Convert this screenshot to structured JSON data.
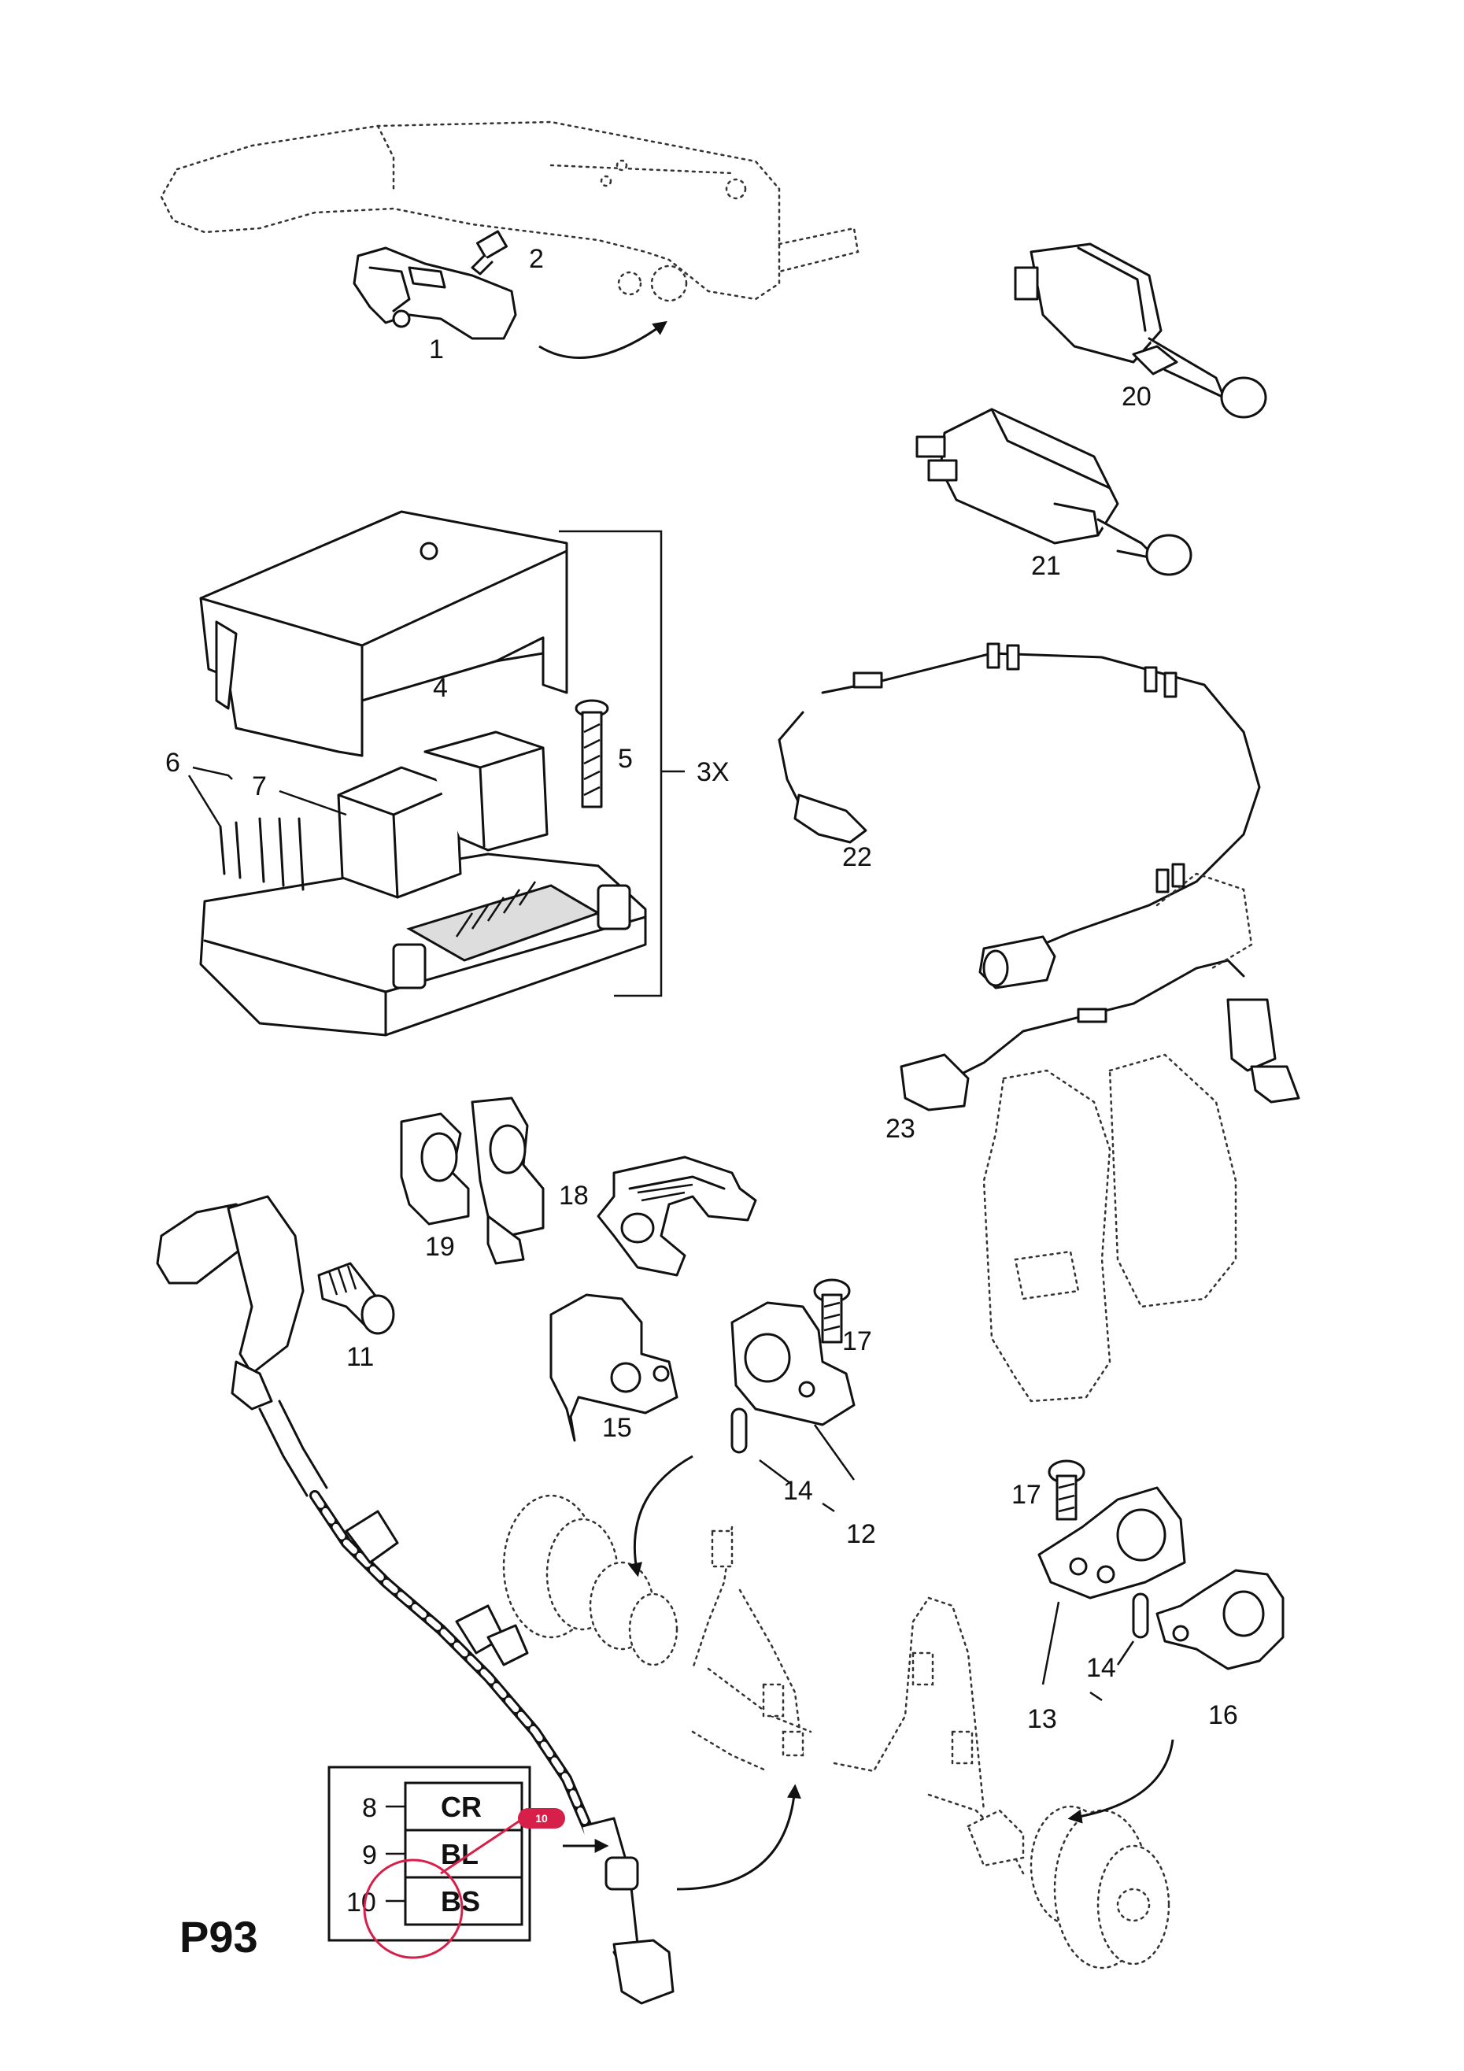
{
  "page_code": "P93",
  "callouts": {
    "c1": "1",
    "c2": "2",
    "c4": "4",
    "c5": "5",
    "c3x": "3X",
    "c6": "6",
    "c7": "7",
    "c11": "11",
    "c12": "12",
    "c13": "13",
    "c14a": "14",
    "c14b": "14",
    "c15": "15",
    "c16": "16",
    "c17a": "17",
    "c17b": "17",
    "c18": "18",
    "c19": "19",
    "c20": "20",
    "c21": "21",
    "c22": "22",
    "c23": "23"
  },
  "variant_table": {
    "rows": [
      {
        "number": "8",
        "code": "CR"
      },
      {
        "number": "9",
        "code": "BL"
      },
      {
        "number": "10",
        "code": "BS"
      }
    ]
  },
  "highlight": {
    "badge_label": "10",
    "color": "#d6204a"
  },
  "icons": {
    "arrow": "curved-arrow-icon",
    "highlight": "circle-highlight-icon"
  }
}
